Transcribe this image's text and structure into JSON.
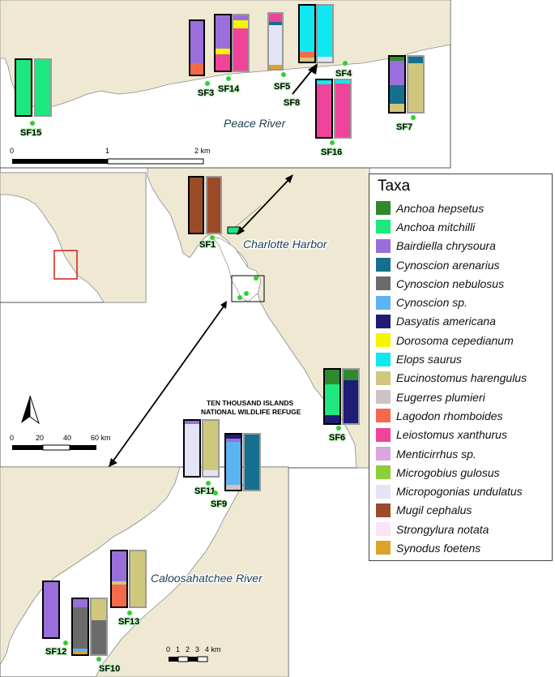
{
  "place_labels": {
    "peace_river": "Peace River",
    "charlotte_harbor": "Charlotte Harbor",
    "caloosahatchee_river": "Caloosahatchee River",
    "refuge_line1": "TEN THOUSAND ISLANDS",
    "refuge_line2": "NATIONAL WILDLIFE REFUGE"
  },
  "sites": {
    "sf1": "SF1",
    "sf3": "SF3",
    "sf4": "SF4",
    "sf5": "SF5",
    "sf6": "SF6",
    "sf7": "SF7",
    "sf8": "SF8",
    "sf9": "SF9",
    "sf10": "SF10",
    "sf11": "SF11",
    "sf12": "SF12",
    "sf13": "SF13",
    "sf14": "SF14",
    "sf15": "SF15",
    "sf16": "SF16"
  },
  "scale_bars": {
    "peace": {
      "ticks": [
        "0",
        "1",
        "2 km"
      ]
    },
    "overview": {
      "ticks": [
        "0",
        "20",
        "40",
        "60 km"
      ]
    },
    "caloosa": {
      "ticks": [
        "0",
        "1",
        "2",
        "3",
        "4 km"
      ]
    }
  },
  "legend": {
    "title": "Taxa",
    "items": [
      {
        "label": "Anchoa hepsetus",
        "color": "#2f8a2f"
      },
      {
        "label": "Anchoa mitchilli",
        "color": "#1de87f"
      },
      {
        "label": "Bairdiella chrysoura",
        "color": "#9a6fdb"
      },
      {
        "label": "Cynoscion arenarius",
        "color": "#14708e"
      },
      {
        "label": "Cynoscion nebulosus",
        "color": "#6b6b6b"
      },
      {
        "label": "Cynoscion sp.",
        "color": "#5cb4f2"
      },
      {
        "label": "Dasyatis americana",
        "color": "#1e1c75"
      },
      {
        "label": "Dorosoma cepedianum",
        "color": "#f5f500"
      },
      {
        "label": "Elops saurus",
        "color": "#10e8f2"
      },
      {
        "label": "Eucinostomus harengulus",
        "color": "#cfc87c"
      },
      {
        "label": "Eugerres plumieri",
        "color": "#cfc2c6"
      },
      {
        "label": "Lagodon rhomboides",
        "color": "#f46a4a"
      },
      {
        "label": "Leiostomus xanthurus",
        "color": "#f0449b"
      },
      {
        "label": "Menticirrhus sp.",
        "color": "#d9a6de"
      },
      {
        "label": "Microgobius gulosus",
        "color": "#8ccf3a"
      },
      {
        "label": "Micropogonias undulatus",
        "color": "#e4e4f6"
      },
      {
        "label": "Mugil cephalus",
        "color": "#9c4b28"
      },
      {
        "label": "Strongylura notata",
        "color": "#fbe2fb"
      },
      {
        "label": "Synodus foetens",
        "color": "#dca22a"
      }
    ]
  }
}
